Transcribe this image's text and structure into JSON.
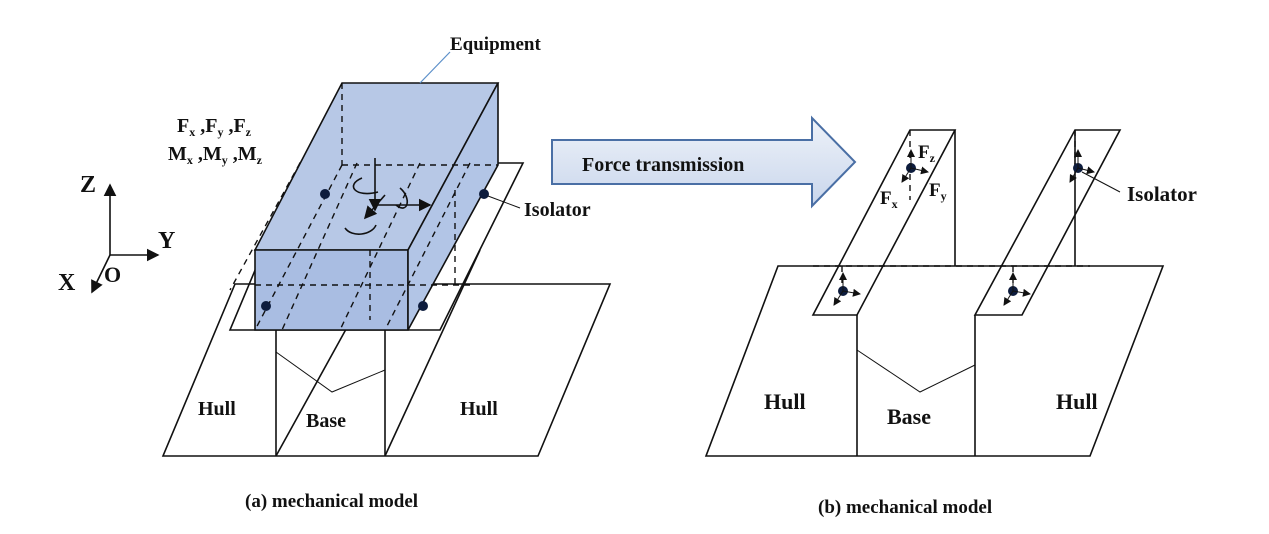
{
  "panel_a": {
    "equipment_label": "Equipment",
    "isolator_label": "Isolator",
    "hull_left_label": "Hull",
    "base_label": "Base",
    "hull_right_label": "Hull",
    "caption": "(a) mechanical model",
    "forces": {
      "f": "F",
      "m": "M",
      "sub_x": "x",
      "sub_y": "y",
      "sub_z": "z",
      "sep": " ,",
      "sep_end": ""
    },
    "axes": {
      "z": "Z",
      "y": "Y",
      "x": "X",
      "origin": "O"
    }
  },
  "arrow": {
    "label": "Force transmission"
  },
  "panel_b": {
    "isolator_label": "Isolator",
    "hull_left_label": "Hull",
    "base_label": "Base",
    "hull_right_label": "Hull",
    "caption": "(b) mechanical model",
    "force_labels": {
      "f": "F",
      "sub_x": "x",
      "sub_y": "y",
      "sub_z": "z"
    }
  },
  "colors": {
    "equipment_fill": "#b7c8e6",
    "equipment_front": "#a9bde2",
    "arrow_fill": "#dce5f3",
    "arrow_stroke": "#4a6fa5",
    "node": "#0d1c3d"
  }
}
